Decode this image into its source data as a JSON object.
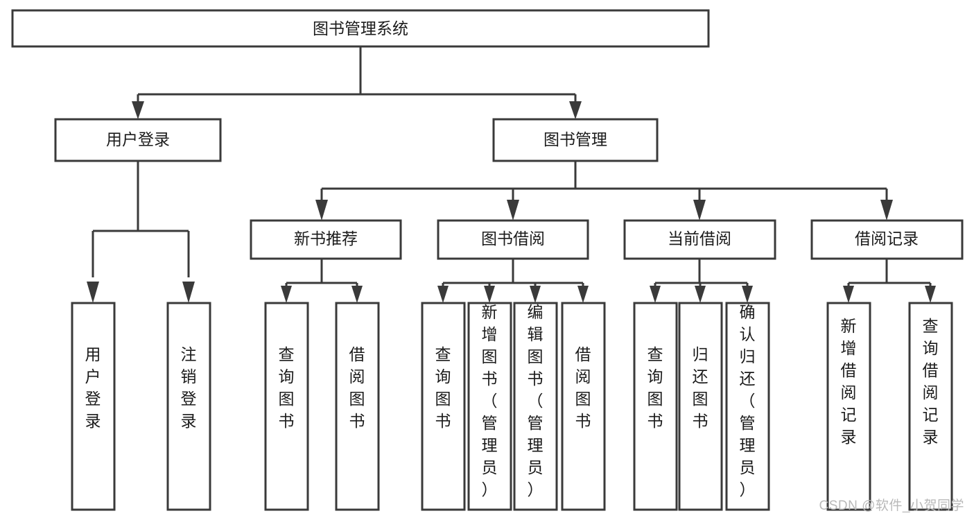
{
  "diagram": {
    "type": "tree",
    "title": "图书管理系统",
    "watermark": "CSDN @软件_小贺同学",
    "colors": {
      "stroke": "#3a3a3a",
      "fill": "#ffffff",
      "text": "#1b1b1b",
      "watermark": "#b9b9b9",
      "background": "#ffffff"
    },
    "levels": [
      {
        "level": 1,
        "nodes": [
          {
            "id": "root",
            "label": "图书管理系统",
            "orientation": "horizontal"
          }
        ]
      },
      {
        "level": 2,
        "nodes": [
          {
            "id": "login",
            "label": "用户登录",
            "orientation": "horizontal",
            "parent": "root"
          },
          {
            "id": "bookmgmt",
            "label": "图书管理",
            "orientation": "horizontal",
            "parent": "root"
          }
        ]
      },
      {
        "level": 3,
        "nodes": [
          {
            "id": "newbook",
            "label": "新书推荐",
            "orientation": "horizontal",
            "parent": "bookmgmt"
          },
          {
            "id": "borrow",
            "label": "图书借阅",
            "orientation": "horizontal",
            "parent": "bookmgmt"
          },
          {
            "id": "current",
            "label": "当前借阅",
            "orientation": "horizontal",
            "parent": "bookmgmt"
          },
          {
            "id": "records",
            "label": "借阅记录",
            "orientation": "horizontal",
            "parent": "bookmgmt"
          }
        ]
      },
      {
        "level": 4,
        "nodes": [
          {
            "id": "leaf-1",
            "label": "用户登录",
            "orientation": "vertical",
            "parent": "login"
          },
          {
            "id": "leaf-2",
            "label": "注销登录",
            "orientation": "vertical",
            "parent": "login"
          },
          {
            "id": "leaf-3",
            "label": "查询图书",
            "orientation": "vertical",
            "parent": "newbook"
          },
          {
            "id": "leaf-4",
            "label": "借阅图书",
            "orientation": "vertical",
            "parent": "newbook"
          },
          {
            "id": "leaf-5",
            "label": "查询图书",
            "orientation": "vertical",
            "parent": "borrow"
          },
          {
            "id": "leaf-6",
            "label": "新增图书（管理员）",
            "orientation": "vertical",
            "parent": "borrow"
          },
          {
            "id": "leaf-7",
            "label": "编辑图书（管理员）",
            "orientation": "vertical",
            "parent": "borrow"
          },
          {
            "id": "leaf-8",
            "label": "借阅图书",
            "orientation": "vertical",
            "parent": "borrow"
          },
          {
            "id": "leaf-9",
            "label": "查询图书",
            "orientation": "vertical",
            "parent": "current"
          },
          {
            "id": "leaf-10",
            "label": "归还图书",
            "orientation": "vertical",
            "parent": "current"
          },
          {
            "id": "leaf-11",
            "label": "确认归还（管理员）",
            "orientation": "vertical",
            "parent": "current"
          },
          {
            "id": "leaf-12",
            "label": "新增借阅记录",
            "orientation": "vertical",
            "parent": "records"
          },
          {
            "id": "leaf-13",
            "label": "查询借阅记录",
            "orientation": "vertical",
            "parent": "records"
          }
        ]
      }
    ]
  }
}
